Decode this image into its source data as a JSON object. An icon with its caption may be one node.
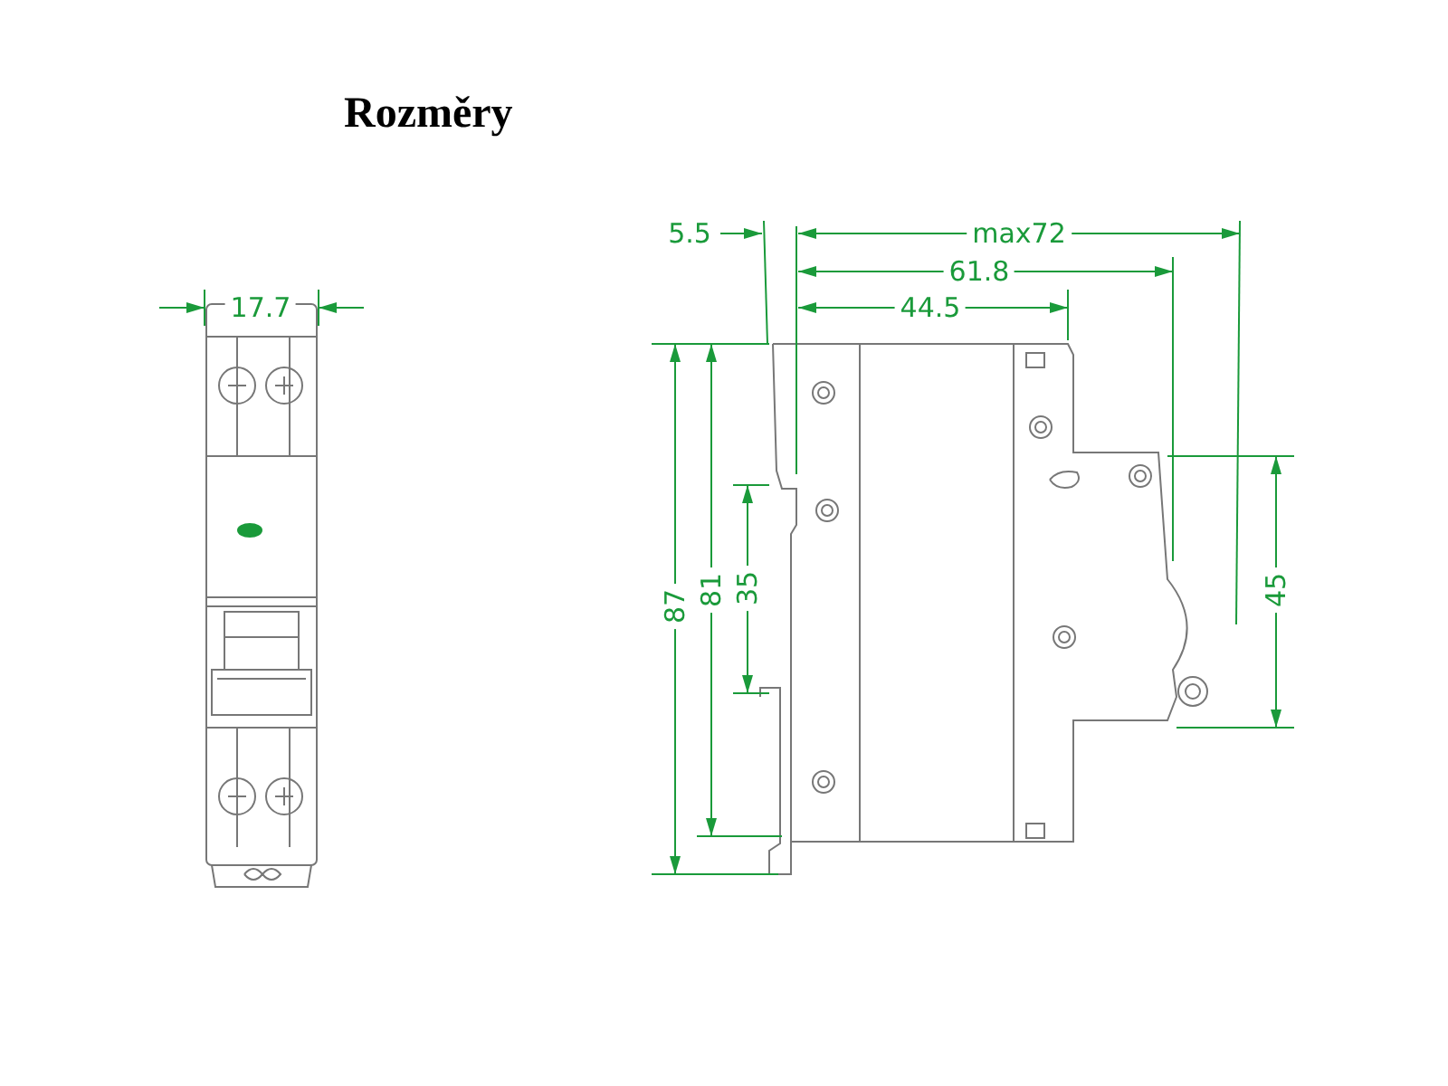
{
  "diagram": {
    "title": "Rozměry",
    "labels": [
      "17.7",
      "5.5",
      "max72",
      "61.8",
      "44.5",
      "87",
      "81",
      "35",
      "45"
    ]
  }
}
